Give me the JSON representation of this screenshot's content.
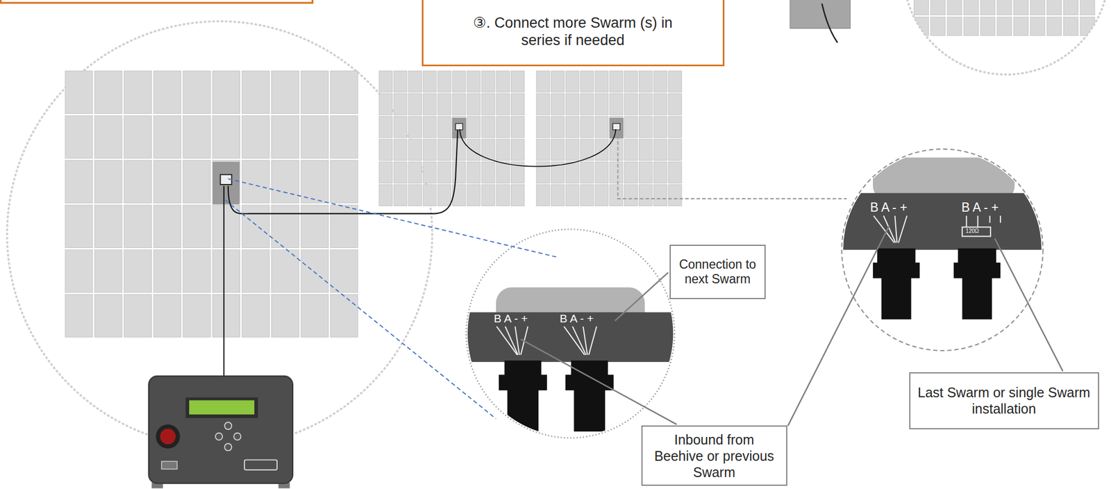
{
  "diagram": {
    "nodes": [
      {
        "text": [
          "③. Connect more Swarm (s) in series if needed"
        ]
      },
      {
        "text": [
          "Connection to next Swarm"
        ]
      },
      {
        "text": [
          "Inbound from Beehive or previous Swarm"
        ]
      },
      {
        "text": [
          "Last Swarm or single Swarm installation"
        ]
      }
    ],
    "labels": [
      "B A - +",
      "B A - +",
      "B A - +",
      "B A - +",
      "120Ω"
    ]
  }
}
